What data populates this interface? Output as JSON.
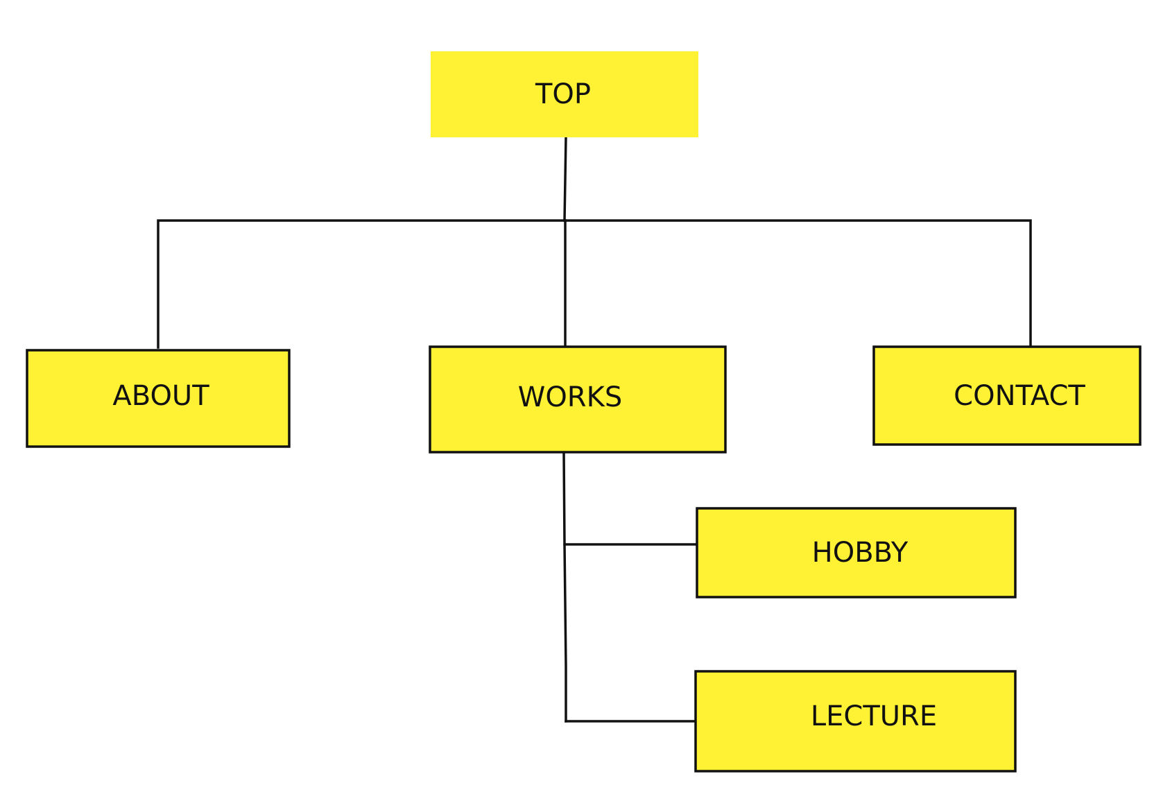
{
  "colors": {
    "node_fill": "#FFF133",
    "line": "#111111",
    "background": "#FFFFFF"
  },
  "nodes": {
    "top": {
      "label": "TOP"
    },
    "about": {
      "label": "ABOUT"
    },
    "works": {
      "label": "WORKS"
    },
    "contact": {
      "label": "CONTACT"
    },
    "hobby": {
      "label": "HOBBY"
    },
    "lecture": {
      "label": "LECTURE"
    }
  },
  "edges": [
    {
      "from": "top",
      "to": "about"
    },
    {
      "from": "top",
      "to": "works"
    },
    {
      "from": "top",
      "to": "contact"
    },
    {
      "from": "works",
      "to": "hobby"
    },
    {
      "from": "works",
      "to": "lecture"
    }
  ]
}
